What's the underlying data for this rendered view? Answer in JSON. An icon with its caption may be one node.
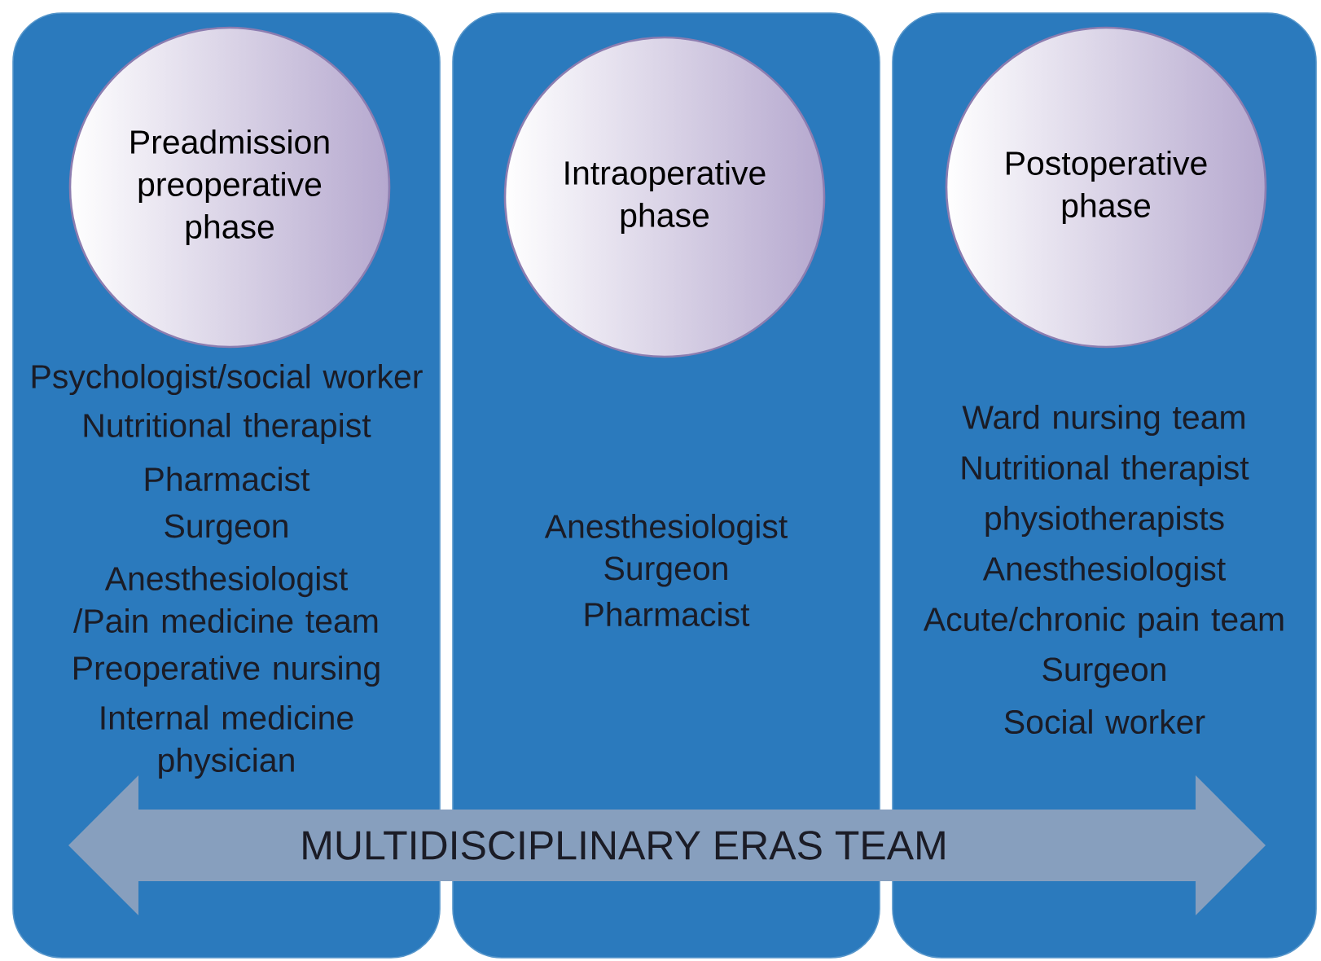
{
  "diagram": {
    "nodes": [
      {
        "text": [
          "Psychologist/social worker",
          "Nutritional therapist",
          "Pharmacist",
          "Surgeon",
          "Anesthesiologist /Pain medicine team",
          "Preoperative nursing",
          "Internal medicine physician"
        ]
      },
      {
        "text": [
          "Preadmission preoperative phase"
        ],
        "in": 0
      },
      {
        "text": [
          "Anesthesiologist",
          "Surgeon",
          "Pharmacist"
        ]
      },
      {
        "text": [
          "Intraoperative phase"
        ],
        "in": 2
      },
      {
        "text": [
          "Ward nursing team",
          "Nutritional therapist",
          "physiotherapists",
          "Anesthesiologist",
          "Acute/chronic pain team",
          "Surgeon",
          "Social worker"
        ]
      },
      {
        "text": [
          "Postoperative phase"
        ],
        "in": 4
      },
      {
        "text": [
          "MULTIDISCIPLINARY ERAS TEAM"
        ]
      }
    ]
  }
}
